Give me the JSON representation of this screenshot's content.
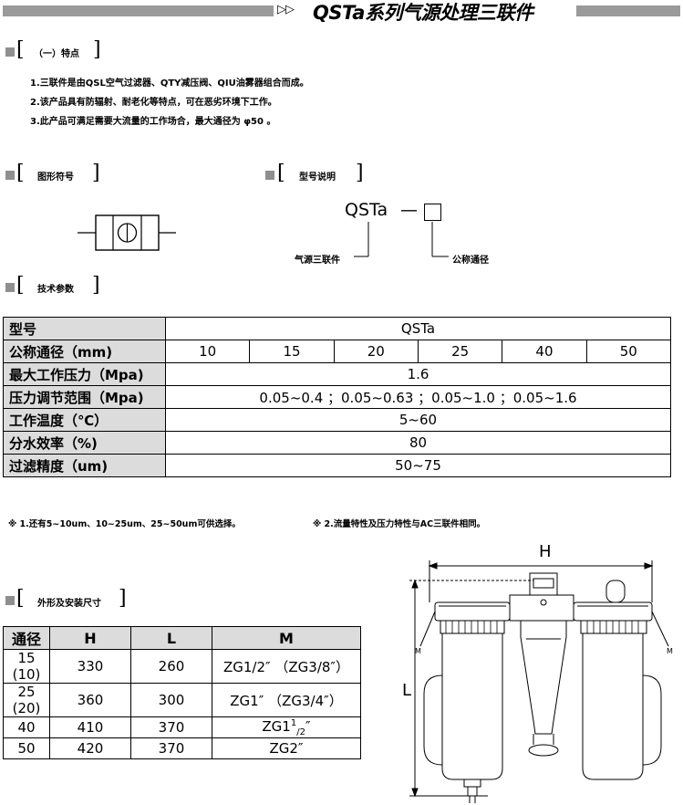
{
  "header": {
    "arrows": "▷▷",
    "title": "QSTa系列气源处理三联件"
  },
  "features": {
    "section_label": "（一）特点",
    "items": [
      "1.三联件是由QSL空气过滤器、QTY减压阀、QIU油雾器组合而成。",
      "2.该产品具有防辐射、耐老化等特点，可在恶劣环境下工作。",
      "3.此产品可满足需要大流量的工作场合，最大通径为 φ50 。"
    ]
  },
  "symbol": {
    "section_label": "图形符号"
  },
  "model_desc": {
    "section_label": "型号说明",
    "code": "QSTa",
    "dash": "—",
    "label_left": "气源三联件",
    "label_right": "公称通径"
  },
  "tech": {
    "section_label": "技术参数",
    "rows": [
      {
        "label": "型号",
        "value": "QSTa"
      },
      {
        "label": "公称通径（mm)",
        "values": [
          "10",
          "15",
          "20",
          "25",
          "40",
          "50"
        ]
      },
      {
        "label": "最大工作压力（Mpa)",
        "value": "1.6"
      },
      {
        "label": "压力调节范围（Mpa)",
        "value": "0.05~0.4 ；0.05~0.63 ；0.05~1.0 ；0.05~1.6"
      },
      {
        "label": "工作温度（℃）",
        "value": "5~60"
      },
      {
        "label": "分水效率（%)",
        "value": "80"
      },
      {
        "label": "过滤精度（um)",
        "value": "50~75"
      }
    ]
  },
  "notes": {
    "note1": "※  1.还有5~10um、10~25um、25~50um可供选择。",
    "note2": "※  2.流量特性及压力特性与AC三联件相同。"
  },
  "dimensions": {
    "section_label": "外形及安装尺寸",
    "headers": [
      "通径",
      "H",
      "L",
      "M"
    ],
    "rows": [
      {
        "bore": "15 (10)",
        "H": "330",
        "L": "260",
        "M": "ZG1/2″ （ZG3/8″）"
      },
      {
        "bore": "25 (20)",
        "H": "360",
        "L": "300",
        "M": "ZG1″ （ZG3/4″）"
      },
      {
        "bore": "40",
        "H": "410",
        "L": "370",
        "M_main": "ZG1",
        "M_sup": "1",
        "M_sub": "/2",
        "M_tail": "″"
      },
      {
        "bore": "50",
        "H": "420",
        "L": "370",
        "M": "ZG2″"
      }
    ]
  },
  "drawing": {
    "label_H": "H",
    "label_L": "L",
    "label_M_left": "M",
    "label_M_right": "M"
  }
}
